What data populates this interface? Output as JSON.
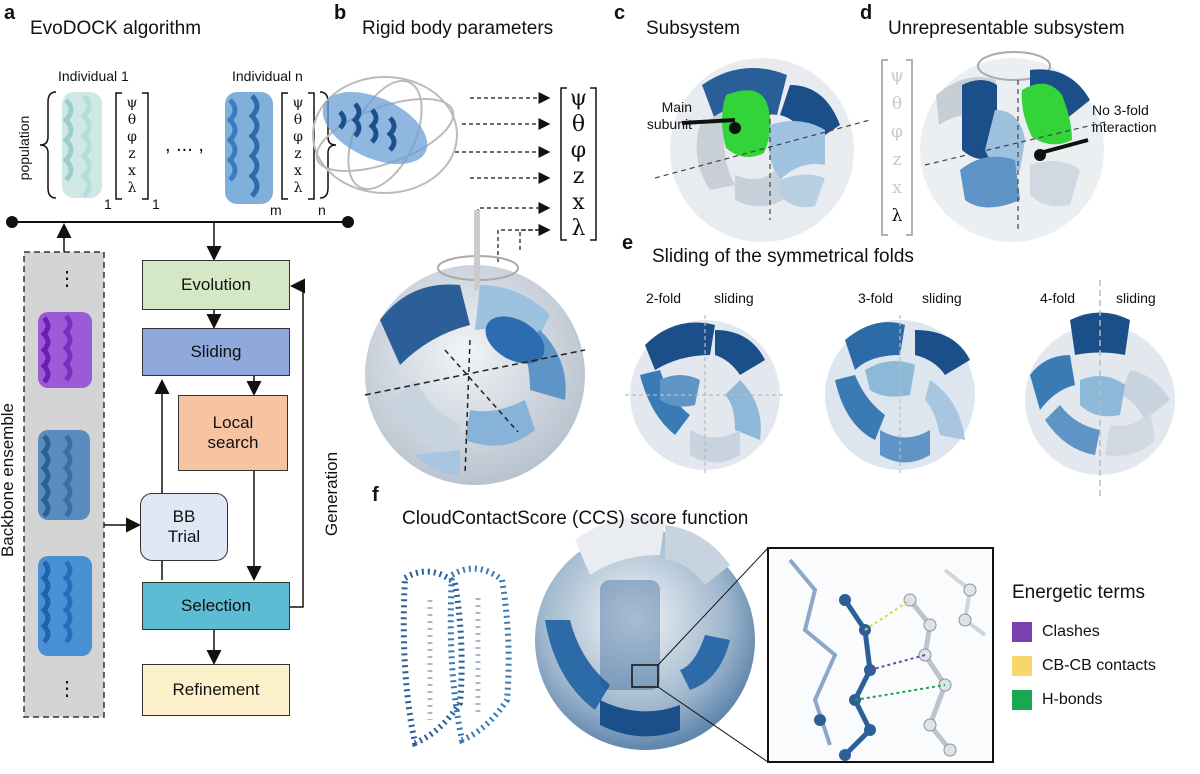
{
  "panel_a": {
    "letter": "a",
    "title": "EvoDOCK algorithm",
    "individual1": "Individual 1",
    "individualn": "Individual n",
    "population": "population",
    "ellipsis": ", ... ,",
    "params": [
      "ψ",
      "θ",
      "φ",
      "z",
      "x",
      "λ"
    ],
    "sub1a": "1",
    "sub1b": "1",
    "subm": "m",
    "subn": "n",
    "ensemble_label": "Backbone ensemble",
    "dots": "⋮",
    "boxes": {
      "evolution": "Evolution",
      "sliding": "Sliding",
      "local_search": "Local search",
      "bb_trial": "BB Trial",
      "selection": "Selection",
      "refinement": "Refinement"
    },
    "generation": "Generation",
    "colors": {
      "evolution": "#d5e8c6",
      "sliding": "#8fa9dc",
      "local_search": "#f6c4a1",
      "bb_trial": "#dfe8f4",
      "selection": "#5bbcd3",
      "refinement": "#fdf1cc",
      "ensemble_bg": "#d4d4d4"
    }
  },
  "panel_b": {
    "letter": "b",
    "title": "Rigid body parameters",
    "params": [
      "ψ",
      "θ",
      "φ",
      "z",
      "x",
      "λ"
    ]
  },
  "panel_c": {
    "letter": "c",
    "title": "Subsystem",
    "callout": "Main subunit"
  },
  "panel_d": {
    "letter": "d",
    "title": "Unrepresentable subsystem",
    "callout": "No 3-fold interaction",
    "params": [
      "ψ",
      "θ",
      "φ",
      "z",
      "x",
      "λ"
    ]
  },
  "panel_e": {
    "letter": "e",
    "title": "Sliding of the symmetrical folds",
    "items": [
      {
        "fold": "2-fold",
        "sliding": "sliding"
      },
      {
        "fold": "3-fold",
        "sliding": "sliding"
      },
      {
        "fold": "4-fold",
        "sliding": "sliding"
      }
    ]
  },
  "panel_f": {
    "letter": "f",
    "title": "CloudContactScore (CCS) score function",
    "legend_title": "Energetic terms",
    "legend": [
      {
        "label": "Clashes",
        "color": "#7b3fb2"
      },
      {
        "label": "CB-CB contacts",
        "color": "#f9d66a"
      },
      {
        "label": "H-bonds",
        "color": "#19a84f"
      }
    ]
  },
  "palette": {
    "dark_blue": "#1b4f8a",
    "mid_blue": "#3b7bb5",
    "light_blue": "#8db8d8",
    "pale": "#dde3ea",
    "green": "#32d43a"
  }
}
